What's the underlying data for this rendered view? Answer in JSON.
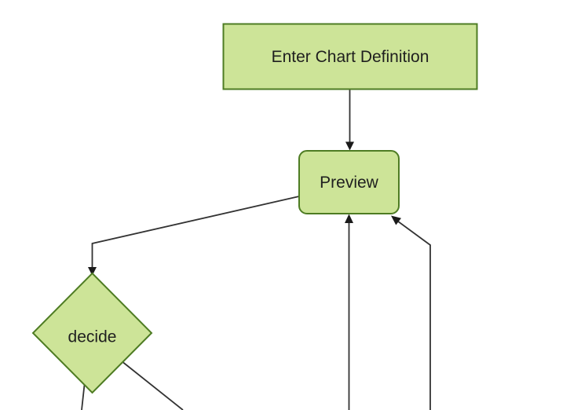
{
  "diagram": {
    "type": "flowchart",
    "direction": "top-down",
    "background_color": "#ffffff",
    "colors": {
      "node_fill": "#cde498",
      "node_border": "#4e7c23",
      "edge_line": "#333333",
      "arrowhead_fill": "#1a1a1a",
      "label_text": "#1f1f1f"
    },
    "nodes": [
      {
        "id": "enter-chart-definition",
        "label": "Enter Chart Definition",
        "shape": "rectangle"
      },
      {
        "id": "preview",
        "label": "Preview",
        "shape": "rounded-rectangle"
      },
      {
        "id": "decide",
        "label": "decide",
        "shape": "diamond"
      }
    ],
    "edges": [
      {
        "from": "enter-chart-definition",
        "to": "preview",
        "arrowhead": true
      },
      {
        "from": "preview",
        "to": "decide",
        "arrowhead": true
      },
      {
        "from": "offscreen-bottom",
        "to": "preview",
        "arrowhead": true
      },
      {
        "from": "offscreen-bottom-right",
        "to": "preview",
        "arrowhead": true
      },
      {
        "from": "decide",
        "to": "offscreen-bottom-left",
        "arrowhead": false
      },
      {
        "from": "decide",
        "to": "offscreen-bottom-right",
        "arrowhead": false
      }
    ]
  }
}
